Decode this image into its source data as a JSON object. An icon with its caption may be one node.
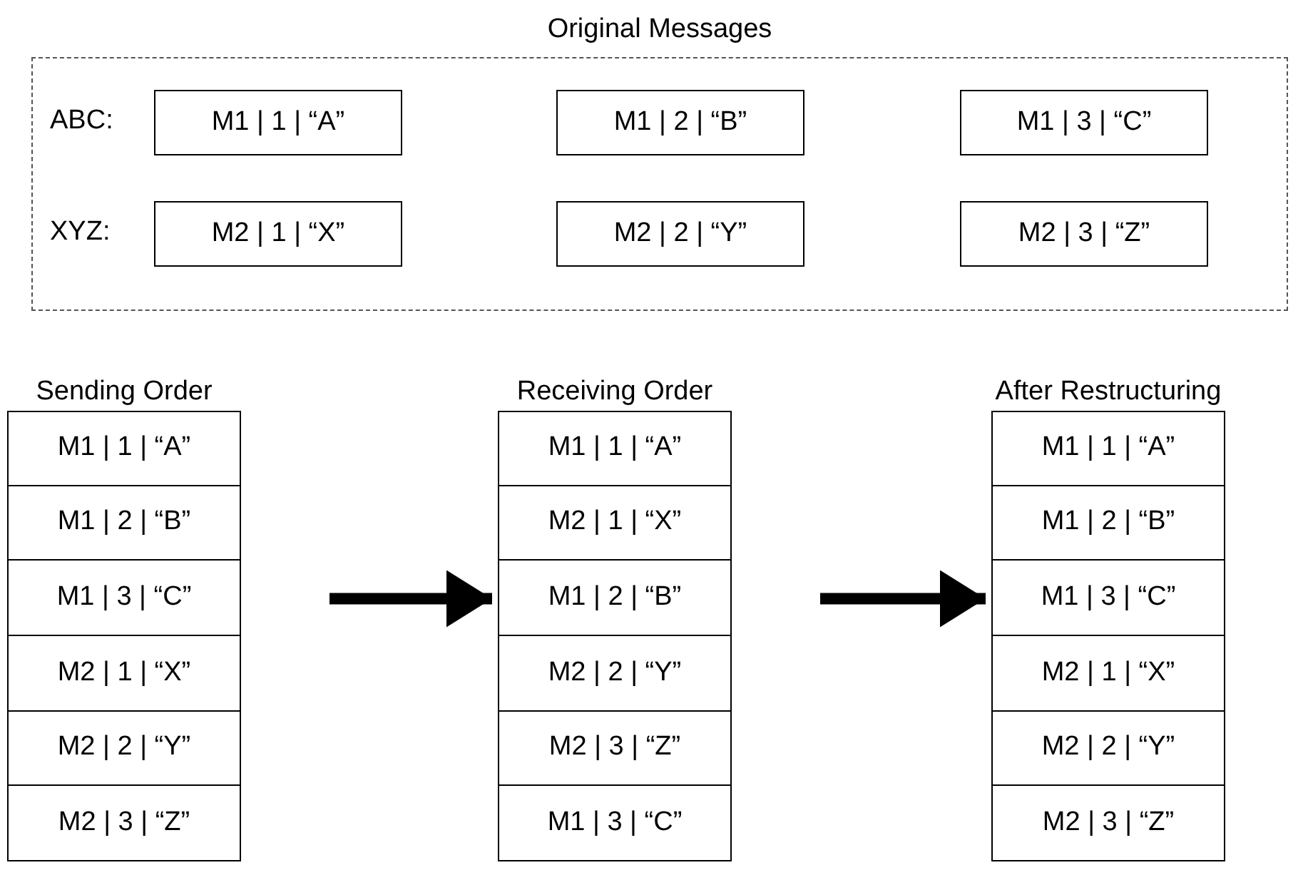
{
  "diagram": {
    "nodes": [
      {
        "text": [
          "Original Messages"
        ]
      },
      {
        "text": [
          "M1 | 1 | “A”"
        ],
        "in": 0
      },
      {
        "text": [
          "M1 | 2 | “B”"
        ],
        "in": 0
      },
      {
        "text": [
          "M1 | 3 | “C”"
        ],
        "in": 0
      },
      {
        "text": [
          "M2 | 1 | “X”"
        ],
        "in": 0
      },
      {
        "text": [
          "M2 | 2 | “Y”"
        ],
        "in": 0
      },
      {
        "text": [
          "M2 | 3 | “Z”"
        ],
        "in": 0
      },
      {
        "text": [
          "Sending Order"
        ]
      },
      {
        "text": [
          "M1 | 1 | “A”"
        ],
        "in": 7
      },
      {
        "text": [
          "M1 | 2 | “B”"
        ],
        "in": 7
      },
      {
        "text": [
          "M1 | 3 | “C”"
        ],
        "in": 7
      },
      {
        "text": [
          "M2 | 1 | “X”"
        ],
        "in": 7
      },
      {
        "text": [
          "M2 | 2 | “Y”"
        ],
        "in": 7
      },
      {
        "text": [
          "M2 | 3 | “Z”"
        ],
        "in": 7
      },
      {
        "text": [
          "Receiving Order"
        ]
      },
      {
        "text": [
          "M1 | 1 | “A”"
        ],
        "in": 14
      },
      {
        "text": [
          "M2 | 1 | “X”"
        ],
        "in": 14
      },
      {
        "text": [
          "M1 | 2 | “B”"
        ],
        "in": 14
      },
      {
        "text": [
          "M2 | 2 | “Y”"
        ],
        "in": 14
      },
      {
        "text": [
          "M2 | 3 | “Z”"
        ],
        "in": 14
      },
      {
        "text": [
          "M1 | 3 | “C”"
        ],
        "in": 14
      },
      {
        "text": [
          "After Restructuring"
        ]
      },
      {
        "text": [
          "M1 | 1 | “A”"
        ],
        "in": 21
      },
      {
        "text": [
          "M1 | 2 | “B”"
        ],
        "in": 21
      },
      {
        "text": [
          "M1 | 3 | “C”"
        ],
        "in": 21
      },
      {
        "text": [
          "M2 | 1 | “X”"
        ],
        "in": 21
      },
      {
        "text": [
          "M2 | 2 | “Y”"
        ],
        "in": 21
      },
      {
        "text": [
          "M2 | 3 | “Z”"
        ],
        "in": 21
      }
    ],
    "edges": [
      {
        "from": 7,
        "to": 14,
        "arrow": "to"
      },
      {
        "from": 14,
        "to": 21,
        "arrow": "to"
      }
    ],
    "labels": [
      "ABC:",
      "XYZ:"
    ]
  }
}
